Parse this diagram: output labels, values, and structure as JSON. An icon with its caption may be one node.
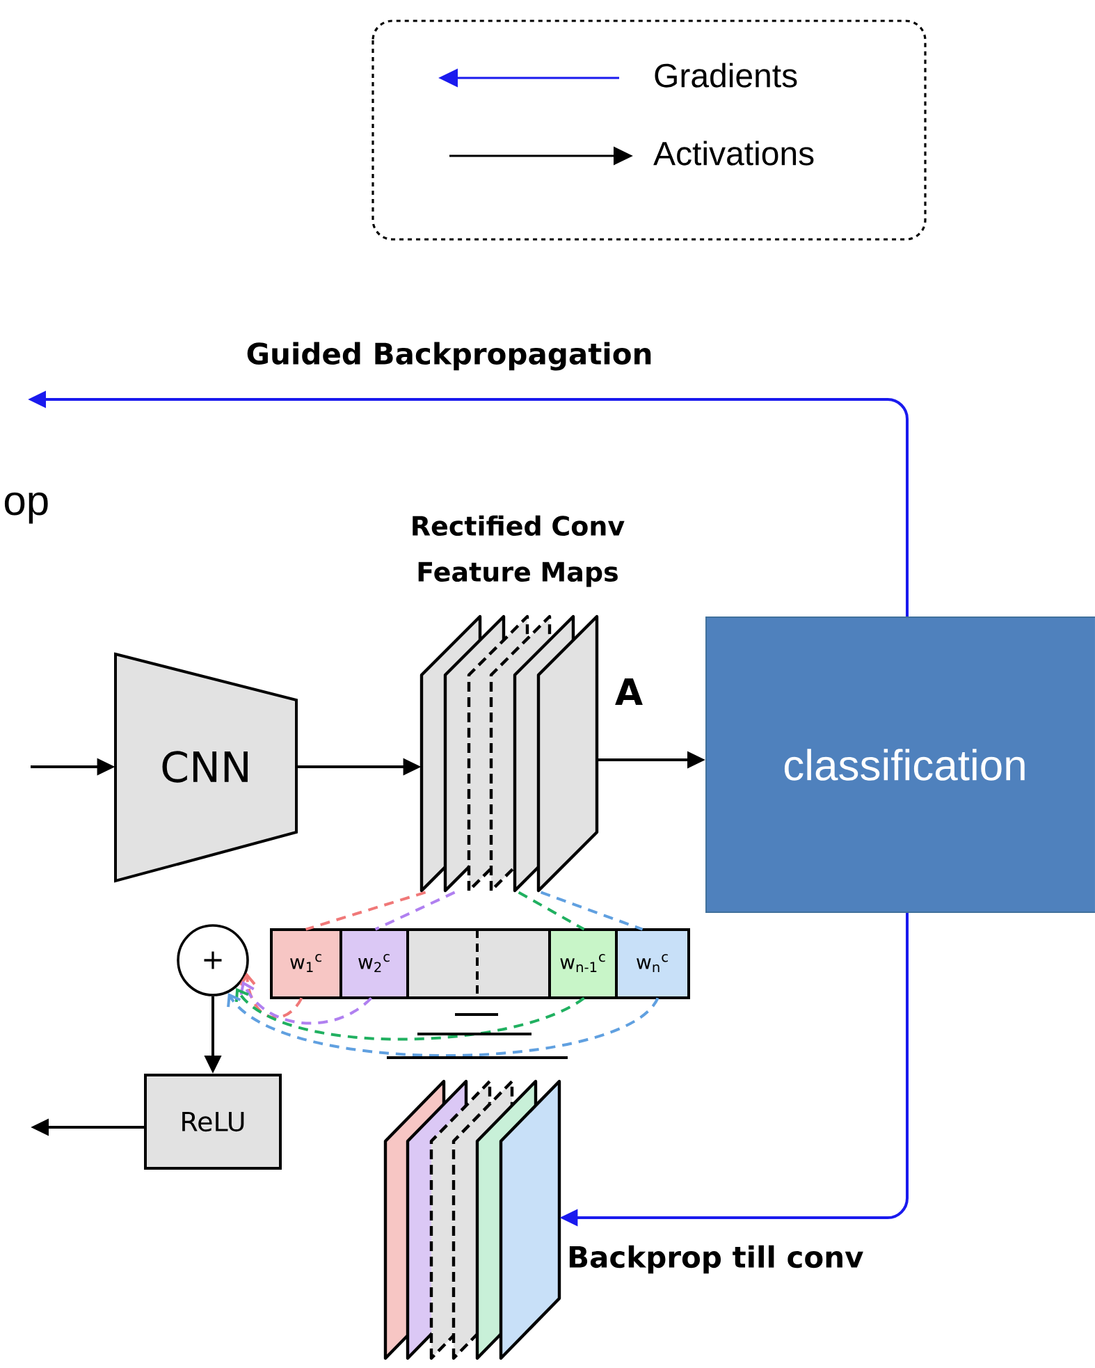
{
  "diagram": {
    "nodes": [
      {
        "text": [
          "CNN"
        ]
      },
      {
        "text": [
          "Rectified Conv Feature Maps"
        ],
        "beside": [
          "A"
        ]
      },
      {
        "text": [
          "classification"
        ]
      },
      {
        "text": [
          "w$_{1}$$^{c}$",
          "w$_{2}$$^{c}$",
          "w$_{n-1}$$^{c}$",
          "w$_{n}$$^{c}$"
        ]
      },
      {
        "text": [
          "+"
        ]
      },
      {
        "text": [
          "ReLU"
        ]
      },
      {
        "text": [],
        "shape": "picture"
      }
    ],
    "edges": [
      {
        "from": null,
        "to": 0,
        "arrow": "to"
      },
      {
        "from": 0,
        "to": 1,
        "arrow": "to"
      },
      {
        "from": 1,
        "to": 2,
        "arrow": "to"
      },
      {
        "from": 2,
        "to": null,
        "arrow": "to",
        "label": "Guided Backpropagation",
        "color": "#1a1aee"
      },
      {
        "from": 2,
        "to": 6,
        "arrow": "to",
        "label": "Backprop till conv",
        "color": "#1a1aee"
      },
      {
        "from": 4,
        "to": 5,
        "arrow": "to"
      },
      {
        "from": 5,
        "to": null,
        "arrow": "to"
      },
      {
        "from": 1,
        "to": 3,
        "arrow": "none",
        "style": "dashed",
        "color": "#f07878"
      },
      {
        "from": 1,
        "to": 3,
        "arrow": "none",
        "style": "dashed",
        "color": "#b080f0"
      },
      {
        "from": 1,
        "to": 3,
        "arrow": "none",
        "style": "dashed",
        "color": "#20b060"
      },
      {
        "from": 1,
        "to": 3,
        "arrow": "none",
        "style": "dashed",
        "color": "#60a0e0"
      },
      {
        "from": 3,
        "to": 4,
        "arrow": "to",
        "style": "dashed",
        "color": "#f07878"
      },
      {
        "from": 3,
        "to": 4,
        "arrow": "to",
        "style": "dashed",
        "color": "#b080f0"
      },
      {
        "from": 3,
        "to": 4,
        "arrow": "to",
        "style": "dashed",
        "color": "#20b060"
      },
      {
        "from": 3,
        "to": 4,
        "arrow": "to",
        "style": "dashed",
        "color": "#60a0e0"
      }
    ],
    "labels": [
      "op"
    ],
    "legend": [
      {
        "text": "Gradients"
      },
      {
        "text": "Activations"
      }
    ]
  }
}
